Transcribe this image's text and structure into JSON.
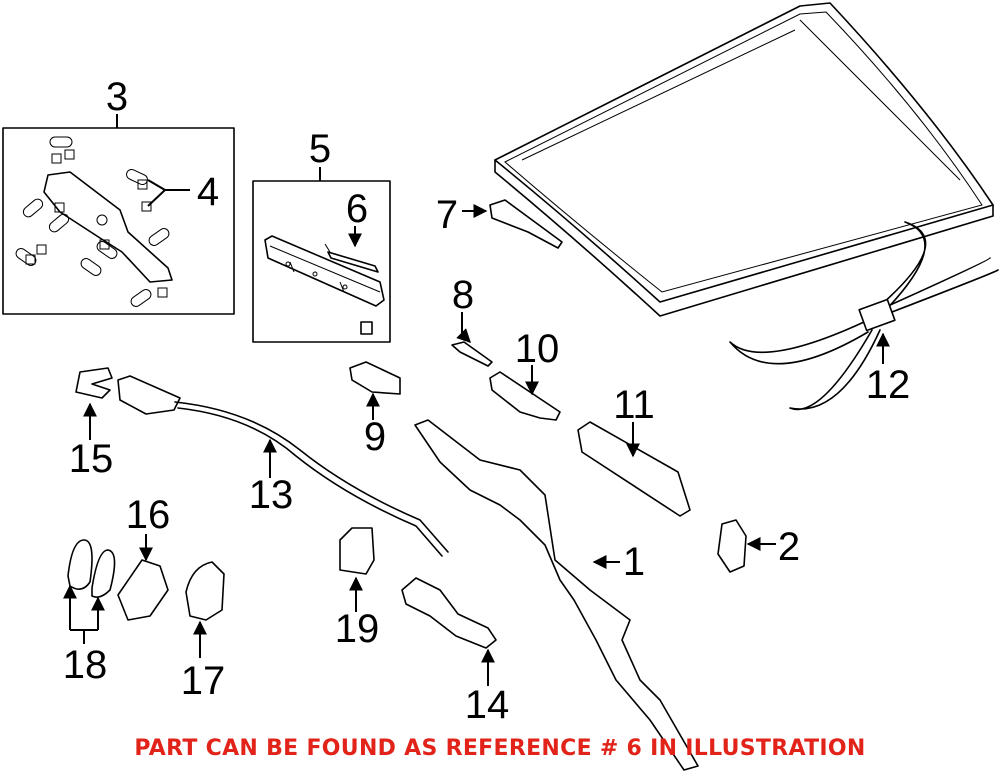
{
  "diagram": {
    "callouts": {
      "c1": "1",
      "c2": "2",
      "c3": "3",
      "c4": "4",
      "c5": "5",
      "c6": "6",
      "c7": "7",
      "c8": "8",
      "c9": "9",
      "c10": "10",
      "c11": "11",
      "c12": "12",
      "c13": "13",
      "c14": "14",
      "c15": "15",
      "c16": "16",
      "c17": "17",
      "c18": "18",
      "c19": "19"
    },
    "note": "PART CAN BE FOUND AS REFERENCE # 6 IN ILLUSTRATION",
    "colors": {
      "note": "#e2231a",
      "line": "#000000",
      "background": "#ffffff"
    }
  }
}
